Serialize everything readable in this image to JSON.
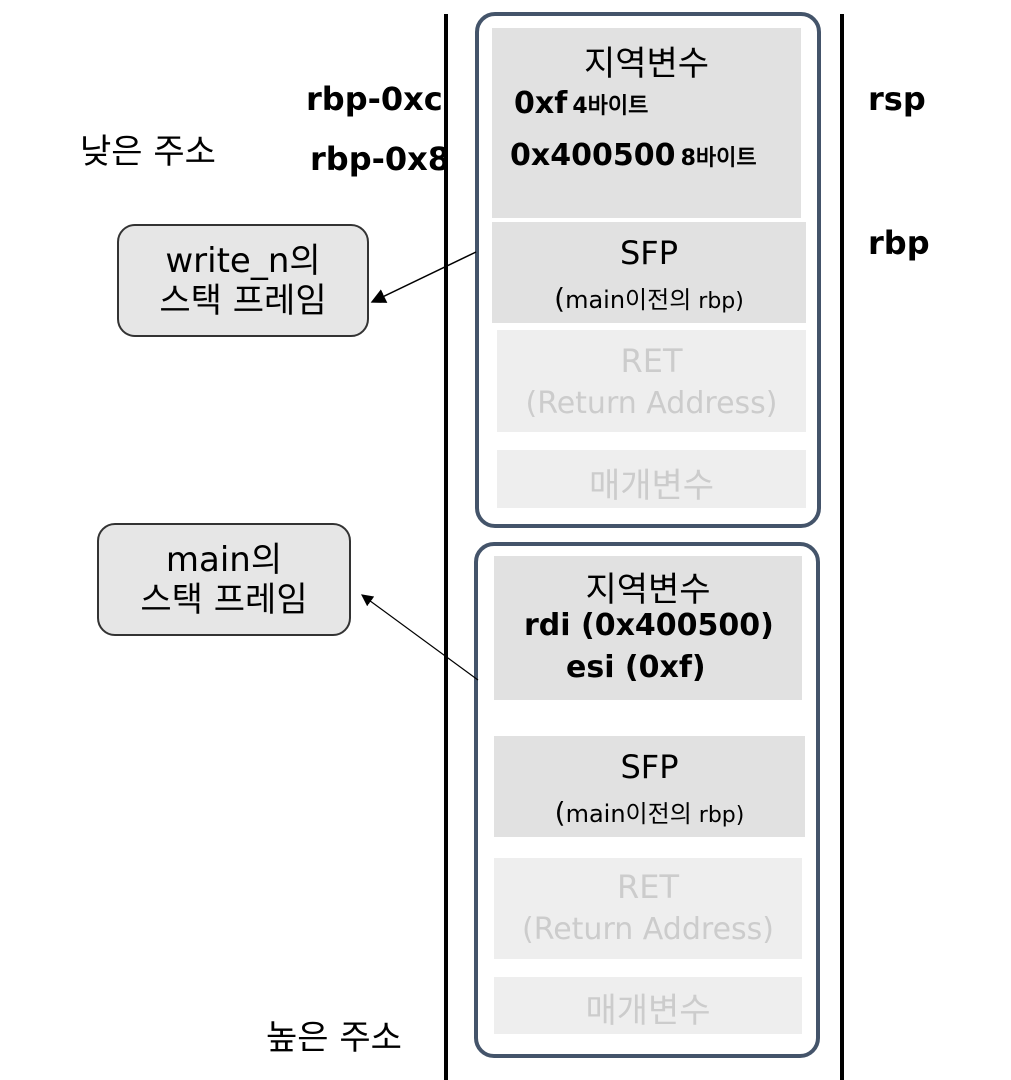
{
  "labels": {
    "low_address": "낮은 주소",
    "high_address": "높은 주소",
    "rbp_0xc": "rbp-0xc",
    "rbp_0x8": "rbp-0x8",
    "rsp": "rsp",
    "rbp": "rbp"
  },
  "notes": {
    "write_n": {
      "line1": "write_n의",
      "line2": "스택 프레임"
    },
    "main": {
      "line1": "main의",
      "line2": "스택 프레임"
    }
  },
  "top_frame": {
    "locals": {
      "title": "지역변수",
      "row1_value": "0xf",
      "row1_size": "4바이트",
      "row2_value": "0x400500",
      "row2_size": "8바이트"
    },
    "sfp": {
      "title": "SFP",
      "desc_open": "(",
      "desc_main": "main이전의",
      "desc_rest": " rbp)"
    },
    "ret": {
      "title": "RET",
      "desc": "(Return Address)"
    },
    "params": {
      "title": "매개변수"
    }
  },
  "bottom_frame": {
    "locals": {
      "title": "지역변수",
      "line1": "rdi (0x400500)",
      "line2": "esi (0xf)"
    },
    "sfp": {
      "title": "SFP",
      "desc_open": "(",
      "desc_main": "main이전의",
      "desc_rest": " rbp)"
    },
    "ret": {
      "title": "RET",
      "desc": "(Return Address)"
    },
    "params": {
      "title": "매개변수"
    }
  },
  "colors": {
    "frame_border": "#44546a",
    "cell_fill": "#e1e1e1",
    "faded_cell_fill": "#eeeeee",
    "faded_text": "#cccccc"
  }
}
